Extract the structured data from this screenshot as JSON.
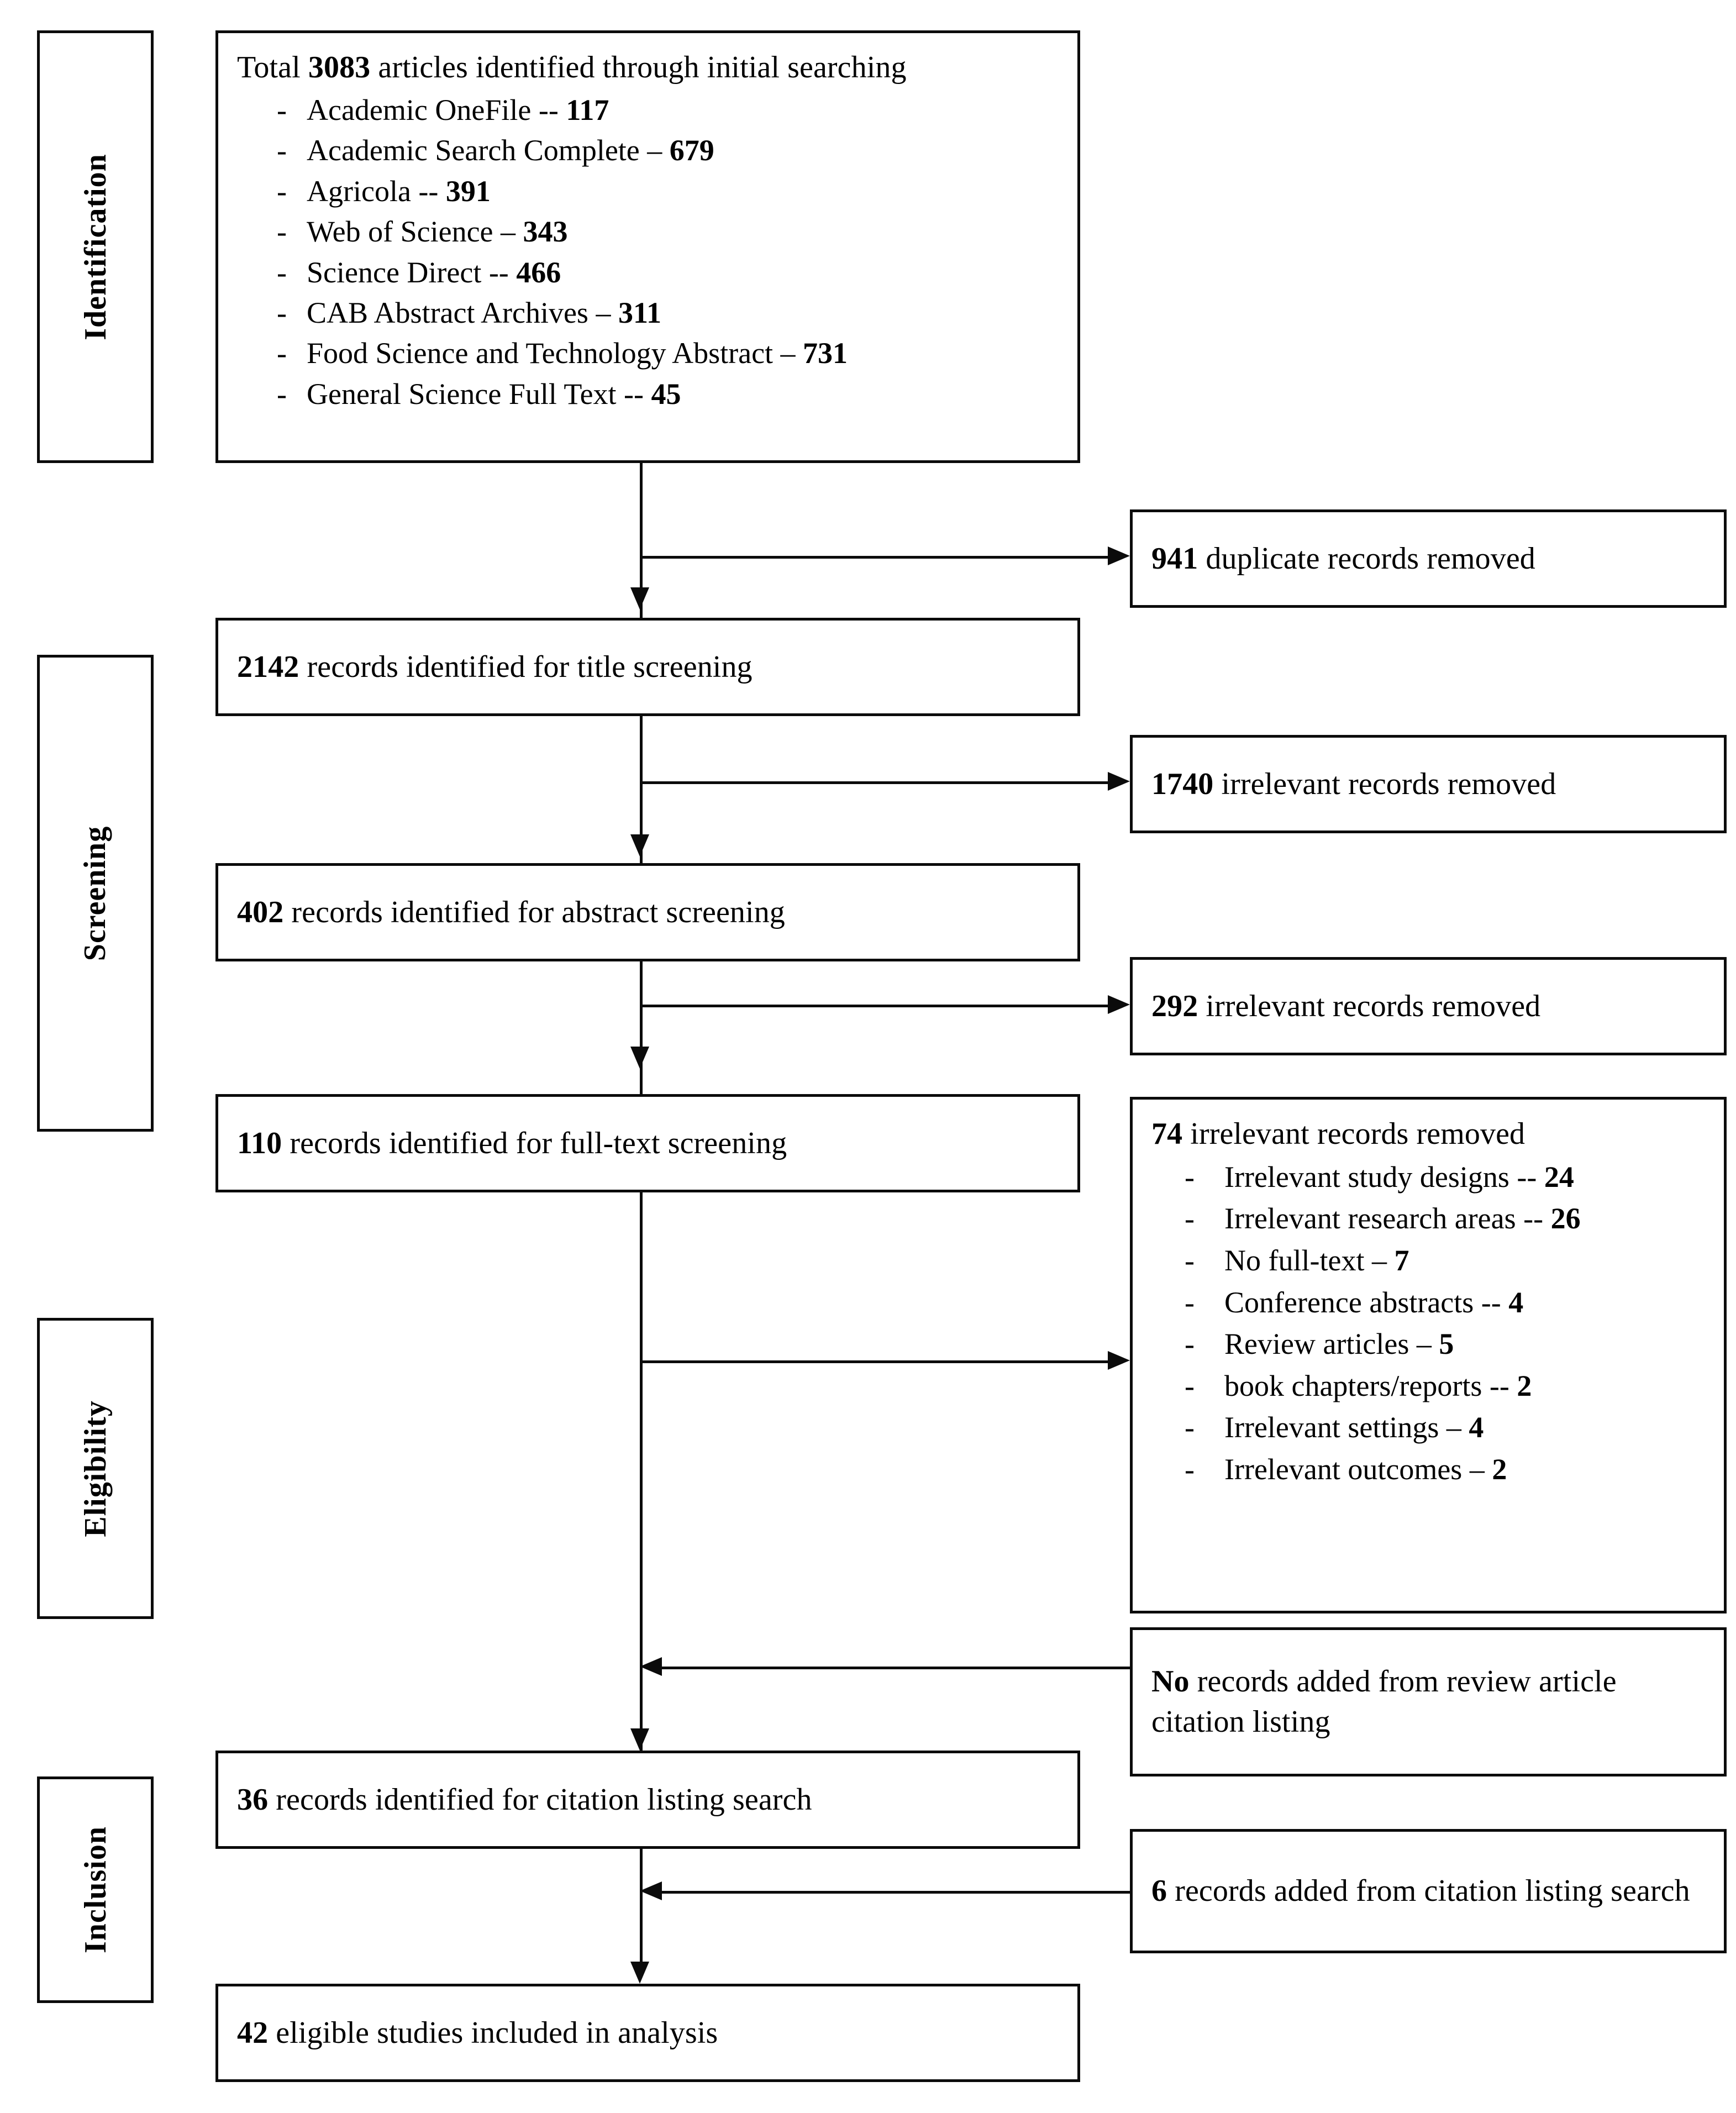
{
  "diagram": {
    "title": "PRISMA study selection flow diagram",
    "line_color": "#0b0b0b",
    "background": "#ffffff"
  },
  "stages": [
    {
      "id": "identification",
      "label": "Identification"
    },
    {
      "id": "screening",
      "label": "Screening"
    },
    {
      "id": "eligibility",
      "label": "Eligibility"
    },
    {
      "id": "inclusion",
      "label": "Inclusion"
    }
  ],
  "main_flow": [
    {
      "id": "initial-search",
      "lead_number": "3083",
      "text_before": "Total ",
      "text_after": " articles identified through initial searching",
      "sources": [
        {
          "name": "Academic OneFile",
          "sep": "--",
          "count": "117"
        },
        {
          "name": "Academic Search Complete",
          "sep": "–",
          "count": "679"
        },
        {
          "name": "Agricola",
          "sep": "--",
          "count": "391"
        },
        {
          "name": "Web of Science",
          "sep": "–",
          "count": "343"
        },
        {
          "name": "Science Direct",
          "sep": "--",
          "count": "466"
        },
        {
          "name": "CAB Abstract Archives",
          "sep": "–",
          "count": "311"
        },
        {
          "name": "Food Science and Technology Abstract",
          "sep": "–",
          "count": "731"
        },
        {
          "name": "General Science Full Text",
          "sep": "--",
          "count": "45"
        }
      ]
    },
    {
      "id": "title-screening",
      "lead_number": "2142",
      "text_after": " records identified for  title screening"
    },
    {
      "id": "abstract-screening",
      "lead_number": "402",
      "text_after": " records identified for  abstract screening"
    },
    {
      "id": "fulltext-screening",
      "lead_number": "110",
      "text_after": " records identified for  full-text screening"
    },
    {
      "id": "citation-listing-search",
      "lead_number": "36",
      "text_after": " records identified for  citation listing search"
    },
    {
      "id": "included-studies",
      "lead_number": "42",
      "text_after": " eligible studies included in analysis"
    }
  ],
  "side_boxes": [
    {
      "id": "duplicates-removed",
      "direction": "out",
      "lead_number": "941",
      "text_after": " duplicate records  removed"
    },
    {
      "id": "title-irrelevant-removed",
      "direction": "out",
      "lead_number": "1740",
      "text_after": " irrelevant records removed"
    },
    {
      "id": "abstract-irrelevant-removed",
      "direction": "out",
      "lead_number": "292",
      "text_after": " irrelevant records removed"
    },
    {
      "id": "fulltext-irrelevant-removed",
      "direction": "out",
      "lead_number": "74",
      "text_after": " irrelevant records removed",
      "reasons": [
        {
          "name": "Irrelevant study designs",
          "sep": "--",
          "count": "24"
        },
        {
          "name": "Irrelevant research areas",
          "sep": "--",
          "count": "26"
        },
        {
          "name": "No full-text",
          "sep": "–",
          "count": "7"
        },
        {
          "name": "Conference abstracts",
          "sep": "--",
          "count": "4"
        },
        {
          "name": "Review articles",
          "sep": "–",
          "count": "5"
        },
        {
          "name": "book chapters/reports",
          "sep": "--",
          "count": "2"
        },
        {
          "name": "Irrelevant settings",
          "sep": "–",
          "count": "4"
        },
        {
          "name": "Irrelevant outcomes",
          "sep": "–",
          "count": "2"
        }
      ]
    },
    {
      "id": "no-records-from-review",
      "direction": "in",
      "lead_number": "No",
      "text_after": " records added from  review article citation listing"
    },
    {
      "id": "records-added-citation",
      "direction": "in",
      "lead_number": "6",
      "text_after": " records added from citation listing search"
    }
  ]
}
